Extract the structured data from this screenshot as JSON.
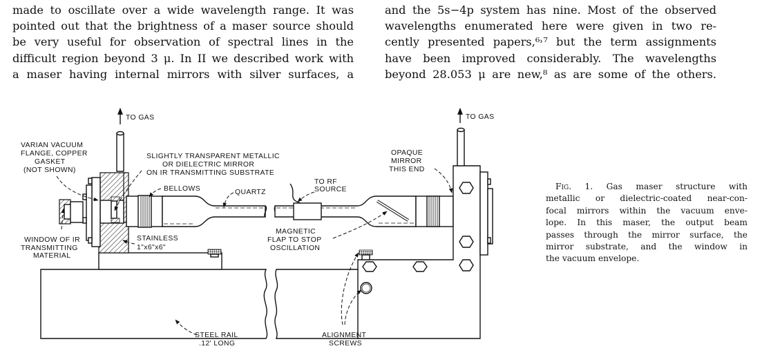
{
  "body_text": {
    "left_column": [
      "made to oscillate over a wide wavelength range. It was",
      "pointed out that the brightness of a maser source should",
      "be very useful for observation of spectral lines in the",
      "difficult region beyond 3 μ. In II we described work with",
      "a maser having internal mirrors with silver surfaces, a"
    ],
    "right_column": [
      "and the 5s−4p system has nine. Most of the observed",
      "wavelengths enumerated here were given in two re-",
      "cently presented papers,⁶˒⁷ but the term assignments",
      "have been improved considerably. The wavelengths",
      "beyond 28.053 μ are new,⁸ as are some of the others."
    ]
  },
  "figure": {
    "labels": {
      "to_gas_left": "TO GAS",
      "to_gas_right": "TO GAS",
      "varian_flange": [
        "VARIAN VACUUM",
        "FLANGE, COPPER",
        "GASKET",
        "(NOT SHOWN)"
      ],
      "mirror_note": [
        "SLIGHTLY TRANSPARENT METALLIC",
        "OR DIELECTRIC MIRROR",
        "ON IR TRANSMITTING SUBSTRATE"
      ],
      "bellows": "BELLOWS",
      "quartz": "QUARTZ",
      "to_rf_source": [
        "TO RF",
        "SOURCE"
      ],
      "opaque_mirror": [
        "OPAQUE",
        "MIRROR",
        "THIS END"
      ],
      "window": [
        "WINDOW OF IR",
        "TRANSMITTING",
        "MATERIAL"
      ],
      "stainless": [
        "STAINLESS",
        "1\"x6\"x6\""
      ],
      "magnetic_flap": [
        "MAGNETIC",
        "FLAP TO STOP",
        "OSCILLATION"
      ],
      "steel_rail": [
        "STEEL RAIL",
        ".12' LONG"
      ],
      "alignment_screws": [
        "ALIGNMENT",
        "SCREWS"
      ]
    },
    "caption": {
      "fig_label": "Fig. 1.",
      "lines": [
        "Gas maser structure with",
        "metallic or dielectric-coated near-con-",
        "focal mirrors within the vacuum enve-",
        "lope. In this maser, the output beam",
        "passes through the mirror surface, the",
        "mirror substrate, and the window in",
        "the vacuum envelope."
      ]
    }
  }
}
